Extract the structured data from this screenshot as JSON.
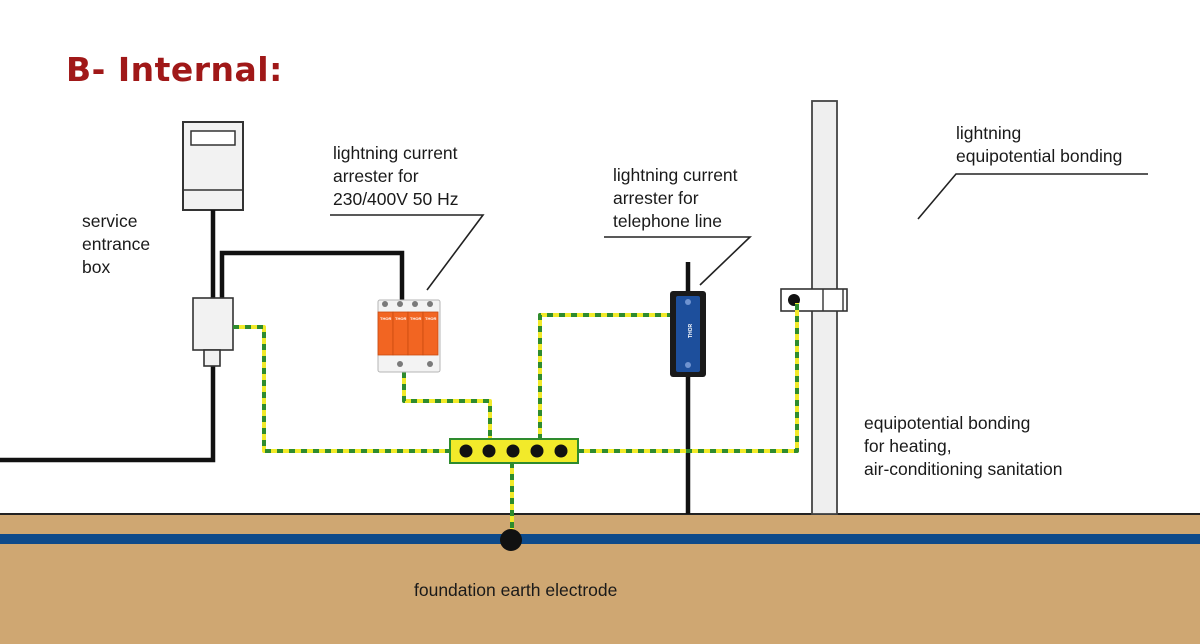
{
  "title": "B- Internal:",
  "labels": {
    "service_box": [
      "service",
      "entrance",
      "box"
    ],
    "power_arrester": [
      "lightning current",
      "arrester for",
      "230/400V 50 Hz"
    ],
    "telephone_arrester": [
      "lightning current",
      "arrester for",
      "telephone line"
    ],
    "bonding": [
      "lightning",
      "equipotential bonding"
    ],
    "hvac_bonding": [
      "equipotential bonding",
      "for heating,",
      "air-conditioning sanitation"
    ],
    "foundation": "foundation earth electrode"
  },
  "colors": {
    "title": "#a01818",
    "ground": "#cfa772",
    "water_line": "#0e4a8a",
    "earth_wire_yellow": "#f2ea2a",
    "earth_wire_green": "#2e8b2e",
    "arrester_body": "#f26522",
    "tel_arrester_body": "#1d4f9c",
    "busbar": "#f2ea2a"
  },
  "arrester_module_text": "THOR",
  "tel_arrester_text": "THOR"
}
